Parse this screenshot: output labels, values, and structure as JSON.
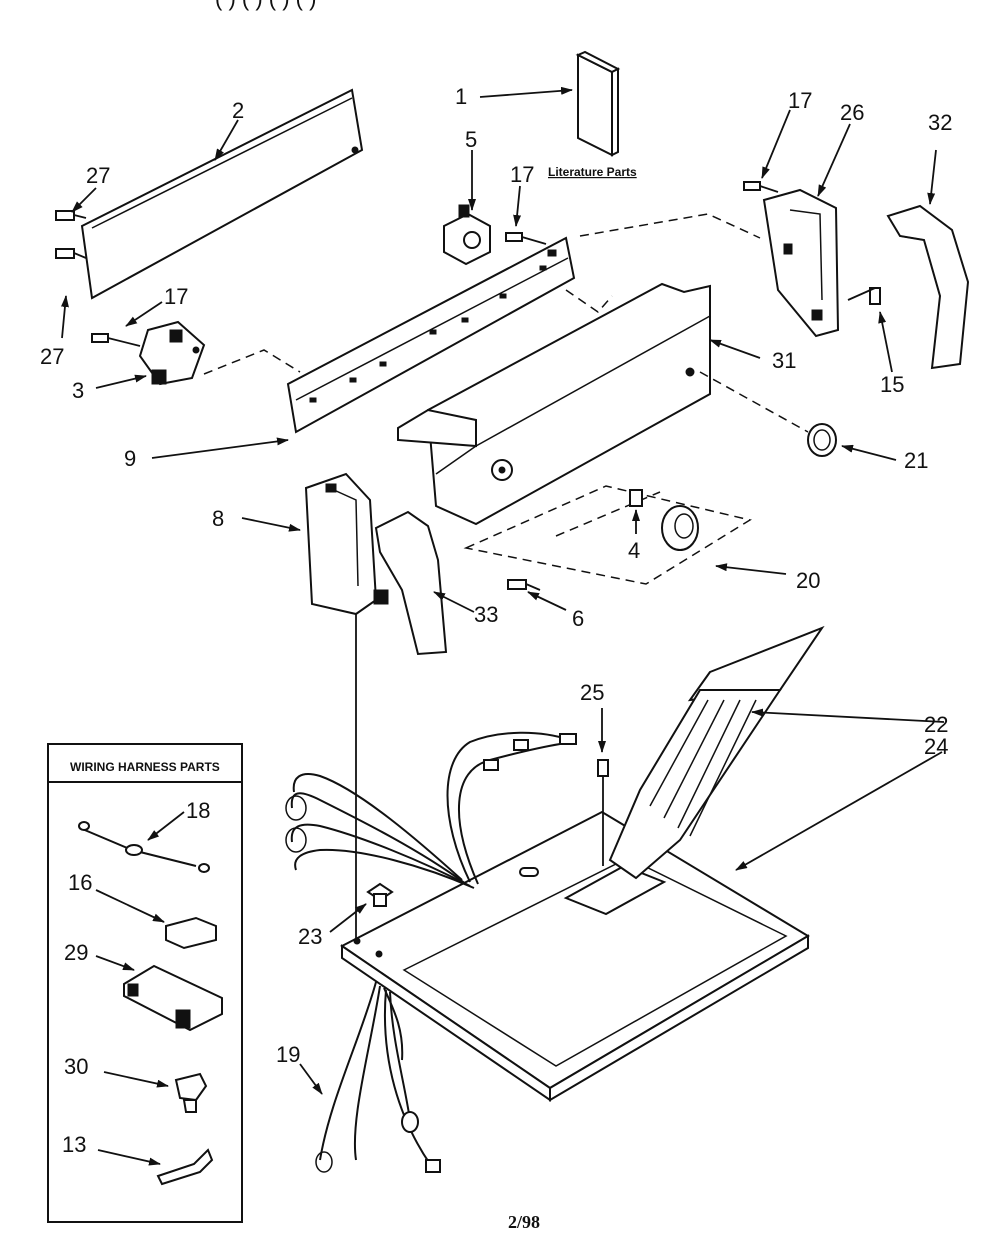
{
  "header_fragment": "(  )   (   )   (   )   (   )",
  "footer": "2/98",
  "literature": "Literature Parts",
  "box_title": "WIRING HARNESS PARTS",
  "labels": {
    "p1": "1",
    "p2": "2",
    "p3": "3",
    "p4": "4",
    "p5": "5",
    "p6": "6",
    "p8": "8",
    "p9": "9",
    "p13": "13",
    "p15": "15",
    "p16": "16",
    "p17a": "17",
    "p17b": "17",
    "p17c": "17",
    "p18": "18",
    "p19": "19",
    "p20": "20",
    "p21": "21",
    "p22": "22",
    "p23": "23",
    "p24": "24",
    "p25": "25",
    "p26": "26",
    "p27a": "27",
    "p27b": "27",
    "p29": "29",
    "p30": "30",
    "p31": "31",
    "p32": "32",
    "p33": "33"
  }
}
